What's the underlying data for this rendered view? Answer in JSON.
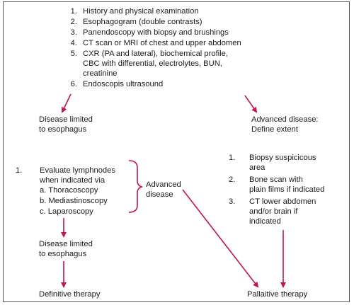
{
  "workup": {
    "items": [
      {
        "num": "1.",
        "lines": [
          "History and physical examination"
        ]
      },
      {
        "num": "2.",
        "lines": [
          "Esophagogram (double contrasts)"
        ]
      },
      {
        "num": "3.",
        "lines": [
          "Panendoscopy with biopsy and brushings"
        ]
      },
      {
        "num": "4.",
        "lines": [
          "CT scan or MRI of chest and upper abdomen"
        ]
      },
      {
        "num": "5.",
        "lines": [
          "CXR (PA and lateral), biochemical profile,",
          "CBC with differential, electrolytes, BUN,",
          "creatinine"
        ]
      },
      {
        "num": "6.",
        "lines": [
          "Endoscopis ultrasound"
        ]
      }
    ]
  },
  "left_outcome": [
    "Disease limited",
    "to esophagus"
  ],
  "right_outcome": [
    "Advanced disease:",
    "Define extent"
  ],
  "evaluate": {
    "num": "1.",
    "lines": [
      "Evaluate lymphnodes",
      "when indicated via",
      "a. Thoracoscopy",
      "b. Mediastinoscopy",
      "c. Laparoscopy"
    ]
  },
  "advanced_label": [
    "Advanced",
    "disease"
  ],
  "extent_steps": [
    {
      "num": "1.",
      "lines": [
        "Biopsy suspicicous",
        "area"
      ]
    },
    {
      "num": "2.",
      "lines": [
        "Bone scan with",
        "plain films if indicated"
      ]
    },
    {
      "num": "3.",
      "lines": [
        "CT lower abdomen",
        "and/or brain if",
        "indicated"
      ]
    }
  ],
  "left_outcome_2": [
    "Disease limited",
    "to esophagus"
  ],
  "definitive": "Definitive therapy",
  "palliative": "Pallaitive therapy",
  "colors": {
    "arrow": "#c0164a",
    "bracket": "#c0164a",
    "text": "#1a1a1a",
    "border": "#555555"
  }
}
